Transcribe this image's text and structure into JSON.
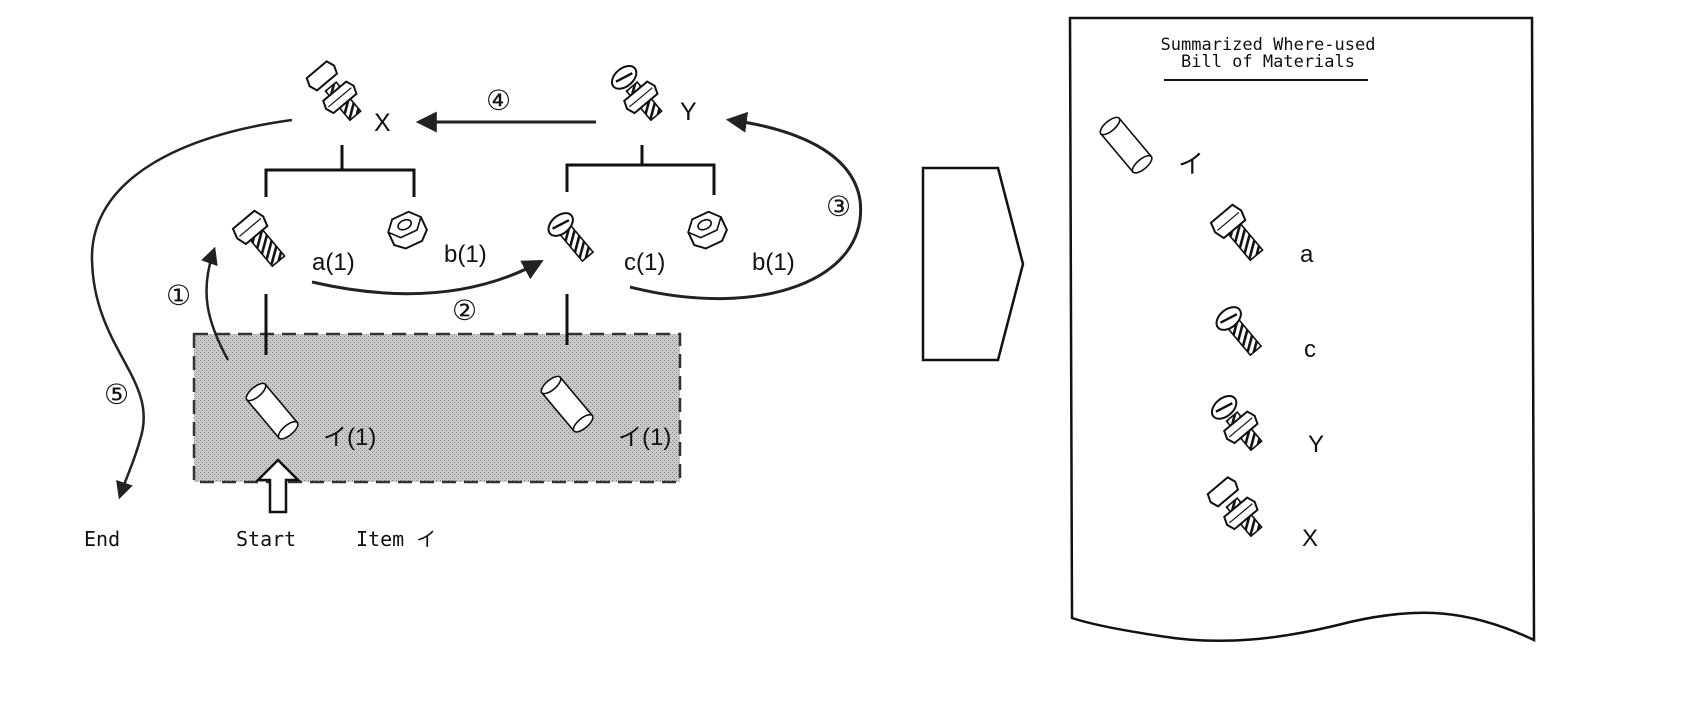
{
  "diagram": {
    "assemblies": {
      "x": {
        "label": "X",
        "icon": "bolt-with-nut-icon"
      },
      "y": {
        "label": "Y",
        "icon": "screw-with-nut-icon"
      }
    },
    "components": {
      "a": {
        "label": "a(1)",
        "icon": "hex-bolt-icon"
      },
      "b_under_x": {
        "label": "b(1)",
        "icon": "hex-nut-icon"
      },
      "c": {
        "label": "c(1)",
        "icon": "slotted-screw-icon"
      },
      "b_under_y": {
        "label": "b(1)",
        "icon": "hex-nut-icon"
      }
    },
    "raw_item": {
      "label_left": "イ(1)",
      "label_right": "イ(1)",
      "icon": "cylinder-icon"
    },
    "steps": [
      "①",
      "②",
      "③",
      "④",
      "⑤"
    ],
    "footer": {
      "end": "End",
      "start": "Start",
      "item": "Item イ"
    }
  },
  "document": {
    "title_line1": "Summarized Where-used",
    "title_line2": "Bill of Materials",
    "items": [
      {
        "label": "イ",
        "icon": "cylinder-icon"
      },
      {
        "label": "a",
        "icon": "hex-bolt-icon"
      },
      {
        "label": "c",
        "icon": "slotted-screw-icon"
      },
      {
        "label": "Y",
        "icon": "screw-with-nut-icon"
      },
      {
        "label": "X",
        "icon": "bolt-with-nut-icon"
      }
    ]
  }
}
